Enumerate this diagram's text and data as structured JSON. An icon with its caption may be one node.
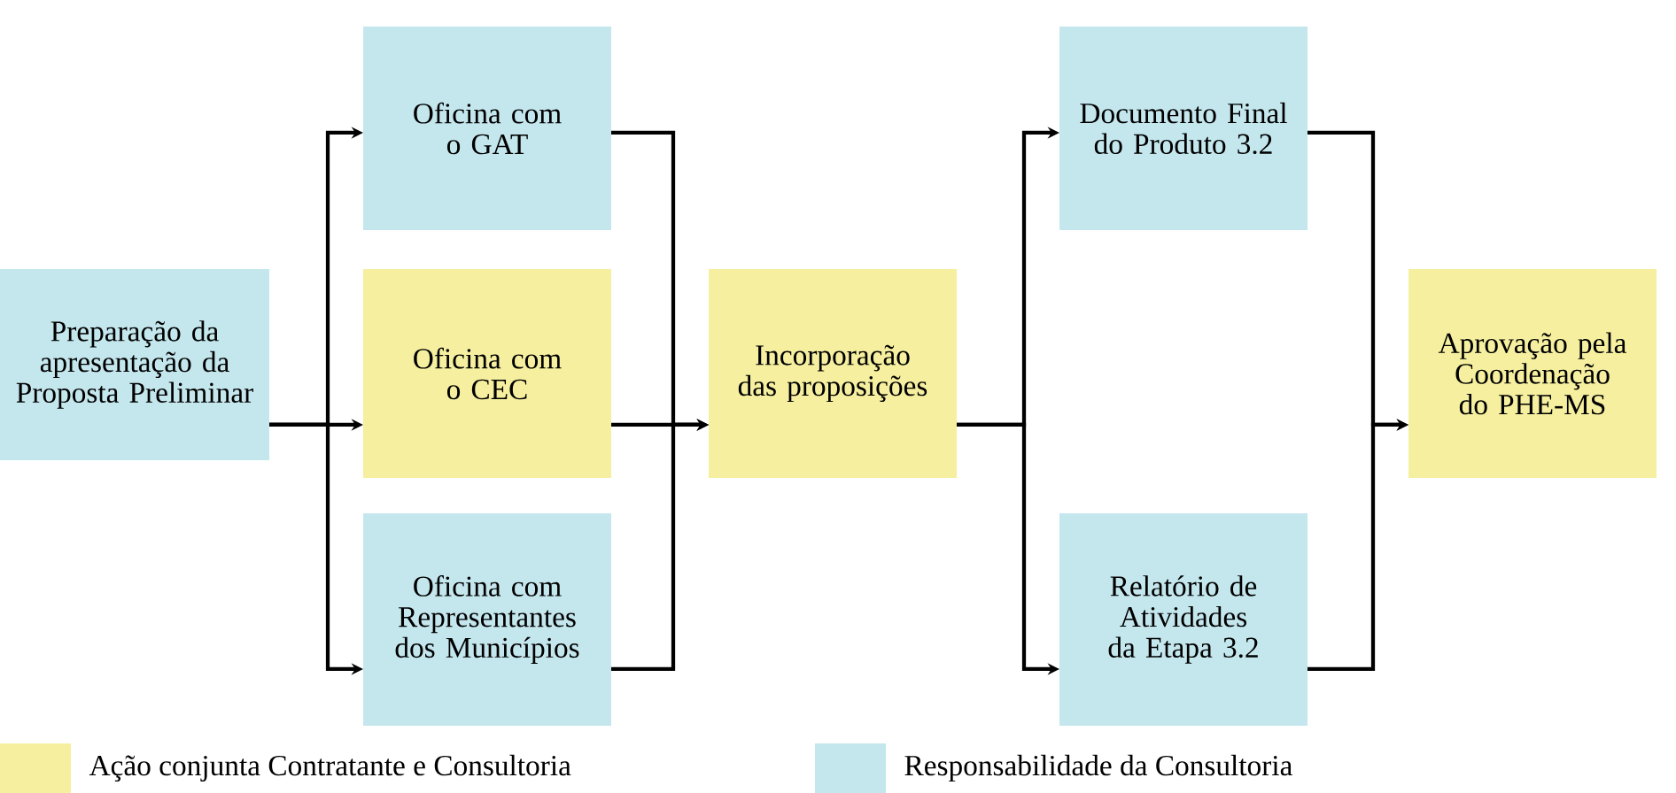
{
  "diagram": {
    "nodes": [
      {
        "text": [
          "Preparação da apresentação da Proposta Preliminar"
        ]
      },
      {
        "text": [
          "Oficina com o GAT"
        ]
      },
      {
        "text": [
          "Oficina com o CEC"
        ]
      },
      {
        "text": [
          "Oficina com Representantes dos Municípios"
        ]
      },
      {
        "text": [
          "Incorporação das proposições"
        ]
      },
      {
        "text": [
          "Documento Final do Produto 3.2"
        ]
      },
      {
        "text": [
          "Relatório de Atividades da Etapa 3.2"
        ]
      },
      {
        "text": [
          "Aprovação pela Coordenação do PHE-MS"
        ]
      }
    ],
    "edges": [
      {
        "from": 0,
        "to": 1,
        "arrow": "to"
      },
      {
        "from": 0,
        "to": 2,
        "arrow": "to"
      },
      {
        "from": 0,
        "to": 3,
        "arrow": "to"
      },
      {
        "from": 1,
        "to": 4,
        "arrow": "to"
      },
      {
        "from": 2,
        "to": 4,
        "arrow": "to"
      },
      {
        "from": 3,
        "to": 4,
        "arrow": "to"
      },
      {
        "from": 4,
        "to": 5,
        "arrow": "to"
      },
      {
        "from": 4,
        "to": 6,
        "arrow": "to"
      },
      {
        "from": 5,
        "to": 7,
        "arrow": "to"
      },
      {
        "from": 6,
        "to": 7,
        "arrow": "to"
      }
    ],
    "legend": [
      {
        "text": "Ação conjunta Contratante e Consultoria",
        "color": "#f5ef9f"
      },
      {
        "text": "Responsabilidade da Consultoria",
        "color": "#c4e7ee"
      }
    ]
  }
}
